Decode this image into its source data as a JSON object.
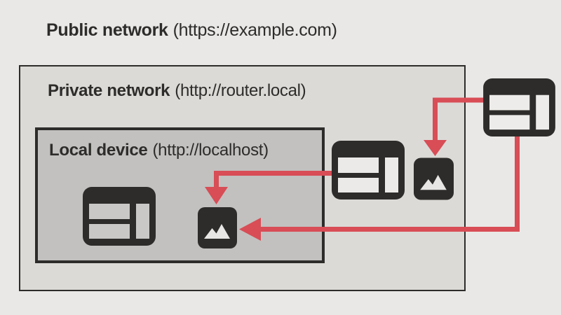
{
  "diagram": {
    "type": "network-boundary-diagram",
    "public": {
      "name": "Public network",
      "url": "(https://example.com)"
    },
    "private": {
      "name": "Private network",
      "url": "(http://router.local)"
    },
    "local": {
      "name": "Local device",
      "url": "(http://localhost)"
    },
    "nodes": [
      {
        "id": "local-browser",
        "icon": "browser-window-icon",
        "region": "local-device"
      },
      {
        "id": "local-image",
        "icon": "image-icon",
        "region": "local-device"
      },
      {
        "id": "private-browser",
        "icon": "browser-window-icon",
        "region": "private-network"
      },
      {
        "id": "private-image",
        "icon": "image-icon",
        "region": "private-network"
      },
      {
        "id": "public-browser",
        "icon": "browser-window-icon",
        "region": "public-network"
      }
    ],
    "arrows": [
      {
        "from": "private-browser",
        "to": "local-image",
        "style": "elbow-down",
        "color": "#d84d56"
      },
      {
        "from": "public-browser",
        "to": "private-image",
        "style": "elbow-down",
        "color": "#d84d56"
      },
      {
        "from": "public-browser",
        "to": "local-image",
        "style": "elbow-left",
        "color": "#d84d56"
      }
    ]
  },
  "colors": {
    "public_bg": "#e9e8e6",
    "private_bg": "#dbdad7",
    "local_bg": "#c2c1bf",
    "ink": "#2d2c2a",
    "arrow_red": "#d84d56"
  }
}
